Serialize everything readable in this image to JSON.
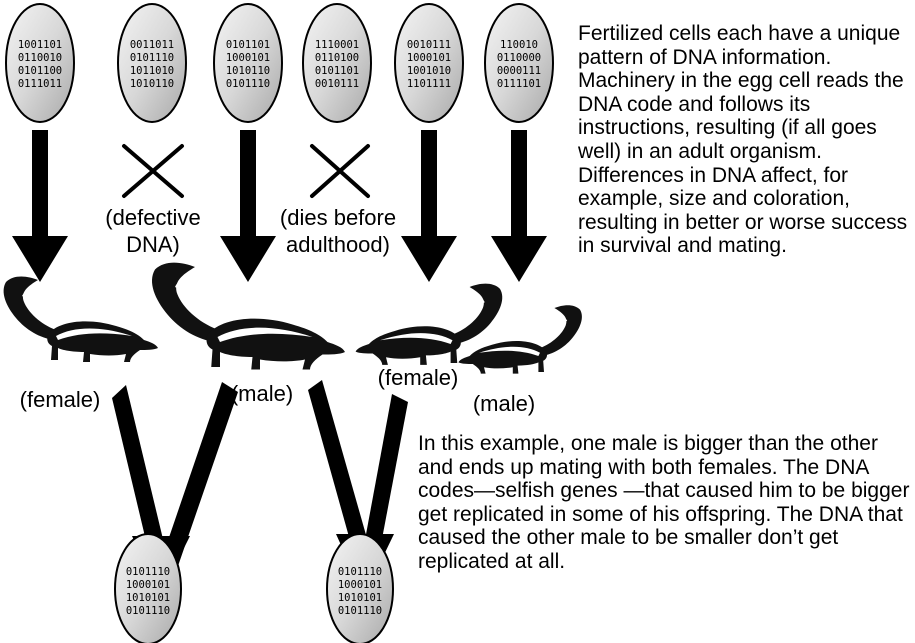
{
  "top_cells": [
    {
      "lines": [
        "1001101",
        "0110010",
        "0101100",
        "0111011"
      ]
    },
    {
      "lines": [
        "0011011",
        "0101110",
        "1011010",
        "1010110"
      ]
    },
    {
      "lines": [
        "0101101",
        "1000101",
        "1010110",
        "0101110"
      ]
    },
    {
      "lines": [
        "1110001",
        "0110100",
        "0101101",
        "0010111"
      ]
    },
    {
      "lines": [
        "0010111",
        "1000101",
        "1001010",
        "1101111"
      ]
    },
    {
      "lines": [
        "110010",
        "0110000",
        "0000111",
        "0111101"
      ]
    }
  ],
  "bottom_cells": [
    {
      "lines": [
        "0101110",
        "1000101",
        "1010101",
        "0101110"
      ]
    },
    {
      "lines": [
        "0101110",
        "1000101",
        "1010101",
        "0101110"
      ]
    }
  ],
  "failures": [
    {
      "lines": [
        "(defective",
        "DNA)"
      ]
    },
    {
      "lines": [
        "(dies before",
        "adulthood)"
      ]
    }
  ],
  "animal_labels": [
    "(female)",
    "(male)",
    "(female)",
    "(male)"
  ],
  "paragraphs": {
    "p1": "Fertilized cells each have a unique pattern of DNA information. Machinery in the egg cell reads the DNA code and follows its instructions, resulting (if all goes well) in an adult organism. Differences in DNA affect, for example, size and coloration, resulting in better or worse success in survival and mating.",
    "p2": "In this example, one male is bigger than the other and ends up mating with both females.  The DNA codes—selfish genes —that caused him to be bigger get replicated in some of his offspring.  The DNA that caused the other male to be smaller don’t get replicated at all."
  }
}
